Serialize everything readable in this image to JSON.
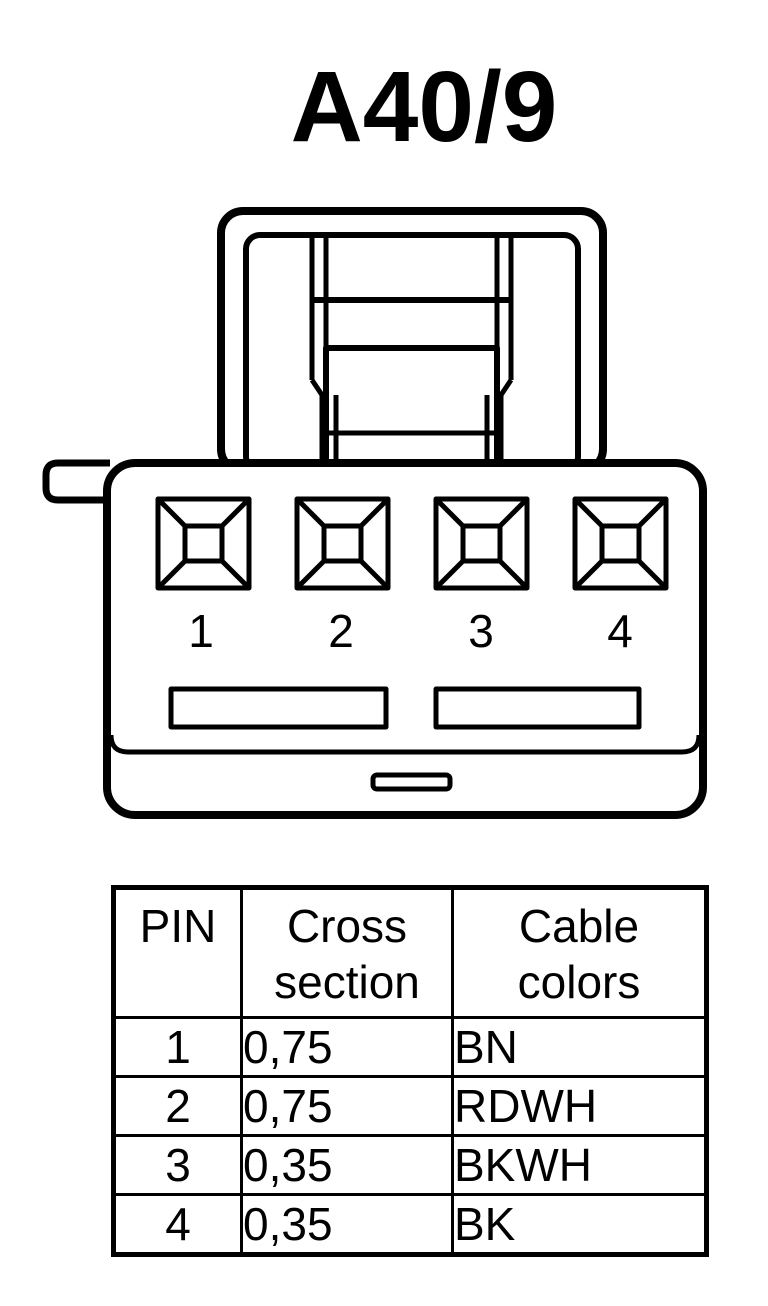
{
  "connector": {
    "title": "A40/9",
    "pins": [
      "1",
      "2",
      "3",
      "4"
    ]
  },
  "table": {
    "headers": {
      "pin": "PIN",
      "cross_line1": "Cross",
      "cross_line2": "section",
      "cable_line1": "Cable",
      "cable_line2": "colors"
    },
    "rows": [
      {
        "pin": "1",
        "cross_section": "0,75",
        "color": "BN"
      },
      {
        "pin": "2",
        "cross_section": "0,75",
        "color": "RDWH"
      },
      {
        "pin": "3",
        "cross_section": "0,35",
        "color": "BKWH"
      },
      {
        "pin": "4",
        "cross_section": "0,35",
        "color": "BK"
      }
    ]
  }
}
